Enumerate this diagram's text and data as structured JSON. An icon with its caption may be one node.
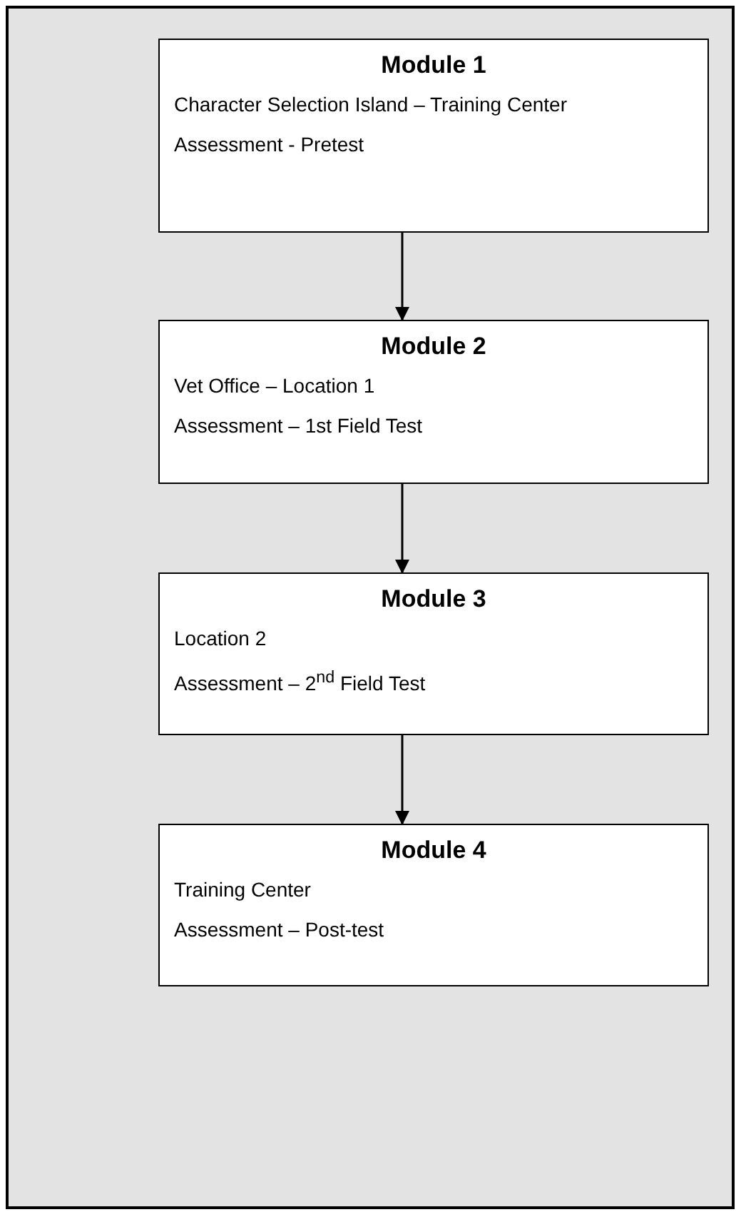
{
  "diagram": {
    "nodes": [
      {
        "text": [
          "Module 1",
          "Character Selection Island – Training Center",
          "Assessment - Pretest"
        ]
      },
      {
        "text": [
          "Module 2",
          "Vet Office – Location 1",
          "Assessment – 1st Field Test"
        ]
      },
      {
        "text": [
          "Module 3",
          "Location 2",
          "Assessment – 2$^{nd}$ Field Test"
        ]
      },
      {
        "text": [
          "Module 4",
          "Training Center",
          "Assessment – Post-test"
        ]
      }
    ],
    "edges": [
      {
        "from": 0,
        "to": 1,
        "arrow": "to"
      },
      {
        "from": 1,
        "to": 2,
        "arrow": "to"
      },
      {
        "from": 2,
        "to": 3,
        "arrow": "to"
      }
    ]
  }
}
